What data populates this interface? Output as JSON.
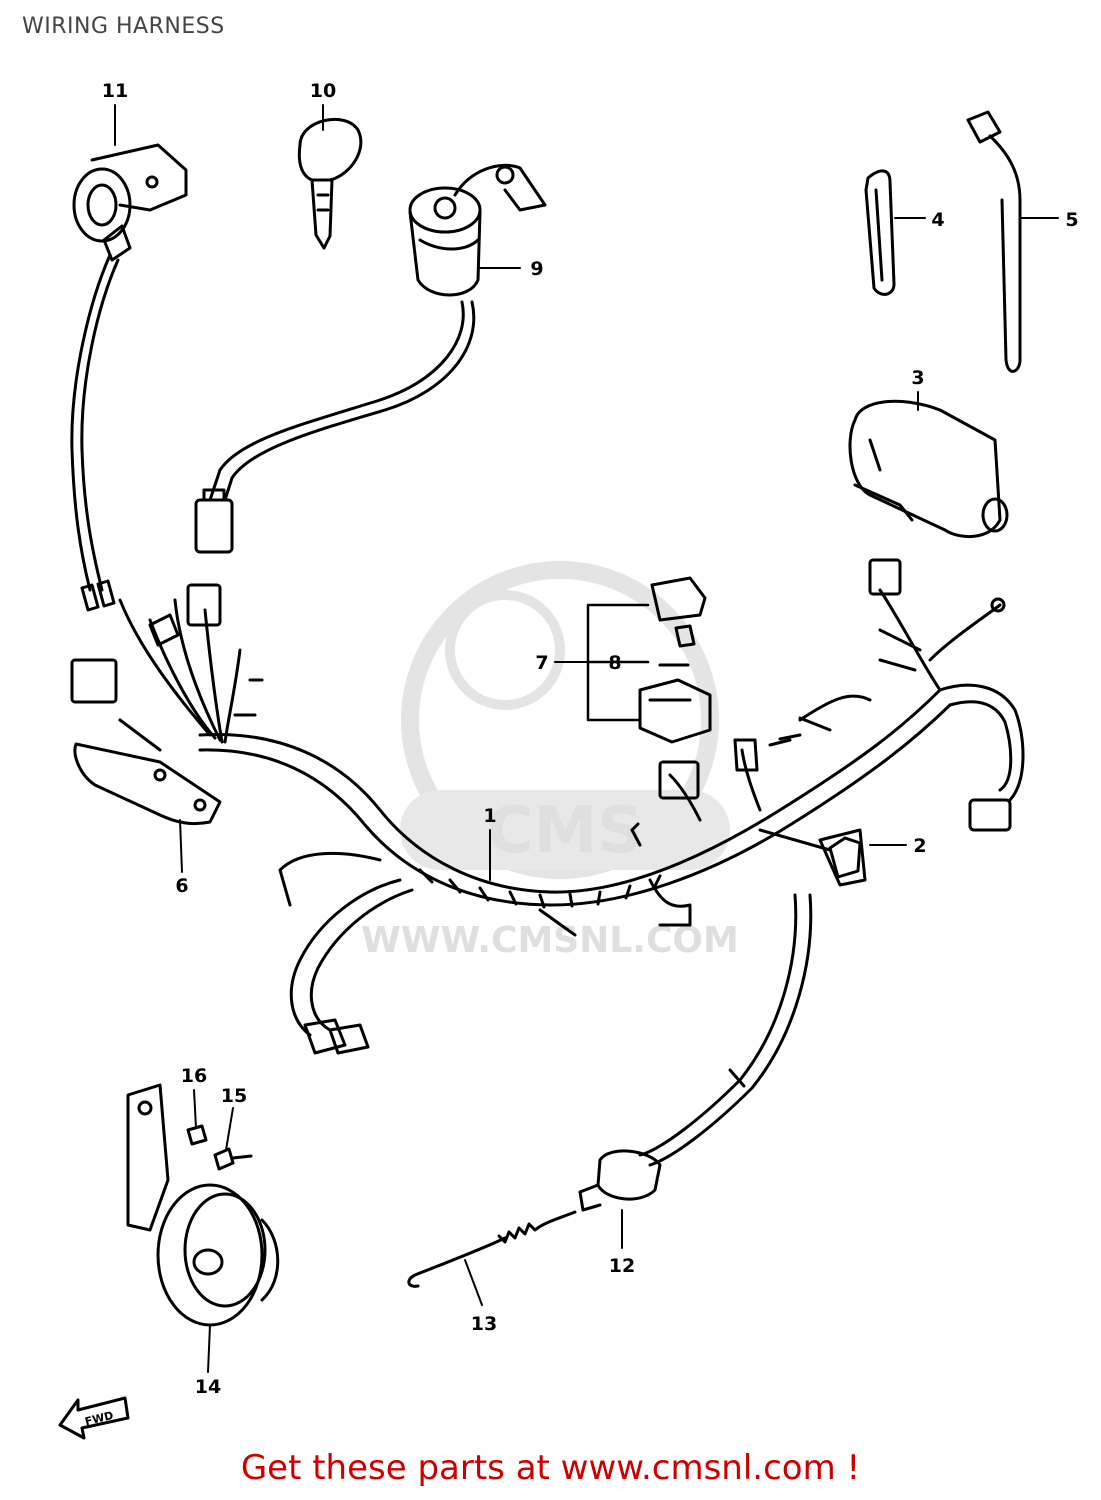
{
  "title": "WIRING HARNESS",
  "watermark": {
    "brand": "CMS",
    "url": "WWW.CMSNL.COM"
  },
  "fwd_label": "FWD",
  "callouts": {
    "c1": "1",
    "c2": "2",
    "c3": "3",
    "c4": "4",
    "c5": "5",
    "c6": "6",
    "c7": "7",
    "c8": "8",
    "c9": "9",
    "c10": "10",
    "c11": "11",
    "c12": "12",
    "c13": "13",
    "c14": "14",
    "c15": "15",
    "c16": "16"
  },
  "footer": {
    "text": "Get these parts at www.cmsnl.com !"
  }
}
